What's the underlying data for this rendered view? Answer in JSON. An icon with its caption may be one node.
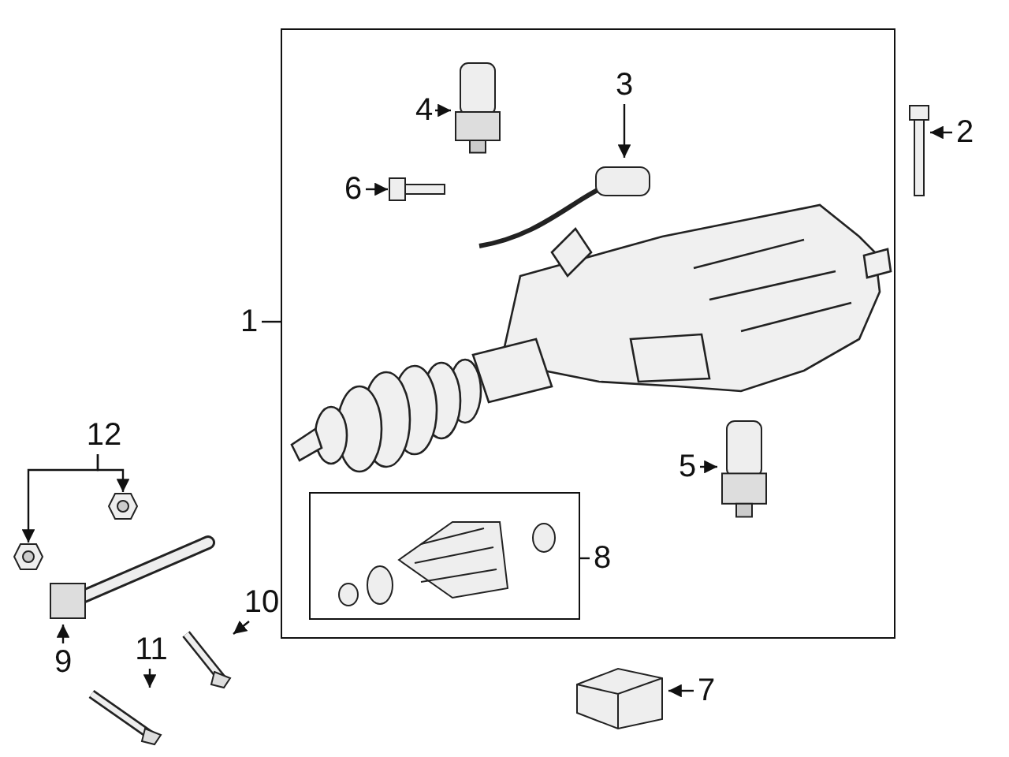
{
  "diagram": {
    "nodes": [
      {
        "text": [],
        "shape": "box"
      },
      {
        "text": [
          "4"
        ],
        "in": 0
      },
      {
        "text": [],
        "shape": "picture",
        "in": 0
      },
      {
        "text": [
          "3"
        ],
        "in": 0
      },
      {
        "text": [],
        "shape": "picture",
        "in": 0
      },
      {
        "text": [
          "2"
        ]
      },
      {
        "text": [],
        "shape": "picture"
      },
      {
        "text": [
          "6"
        ],
        "in": 0
      },
      {
        "text": [],
        "shape": "picture",
        "in": 0
      },
      {
        "text": [
          "1"
        ]
      },
      {
        "text": [
          "12"
        ]
      },
      {
        "text": [],
        "shape": "picture"
      },
      {
        "text": [],
        "shape": "picture"
      },
      {
        "text": [
          "5"
        ],
        "in": 0
      },
      {
        "text": [],
        "shape": "picture",
        "in": 0
      },
      {
        "text": [],
        "shape": "box",
        "in": 0
      },
      {
        "text": [
          "8"
        ],
        "in": 0
      },
      {
        "text": [],
        "shape": "picture"
      },
      {
        "text": [
          "10"
        ]
      },
      {
        "text": [],
        "shape": "picture"
      },
      {
        "text": [
          "9"
        ]
      },
      {
        "text": [
          "11"
        ]
      },
      {
        "text": [],
        "shape": "picture"
      },
      {
        "text": [
          "7"
        ]
      },
      {
        "text": [],
        "shape": "picture"
      }
    ],
    "edges": [
      {
        "from": 1,
        "to": 2,
        "arrow": "to"
      },
      {
        "from": 3,
        "to": 4,
        "arrow": "to"
      },
      {
        "from": 5,
        "to": 6,
        "arrow": "to"
      },
      {
        "from": 7,
        "to": 8,
        "arrow": "to"
      },
      {
        "from": 9,
        "to": 0,
        "arrow": "none"
      },
      {
        "from": 10,
        "to": 11,
        "arrow": "to"
      },
      {
        "from": 10,
        "to": 12,
        "arrow": "to"
      },
      {
        "from": 13,
        "to": 14,
        "arrow": "to"
      },
      {
        "from": 16,
        "to": 15,
        "arrow": "none"
      },
      {
        "from": 18,
        "to": 19,
        "arrow": "to"
      },
      {
        "from": 20,
        "to": 17,
        "arrow": "to"
      },
      {
        "from": 21,
        "to": 22,
        "arrow": "to"
      },
      {
        "from": 23,
        "to": 24,
        "arrow": "to"
      }
    ]
  }
}
